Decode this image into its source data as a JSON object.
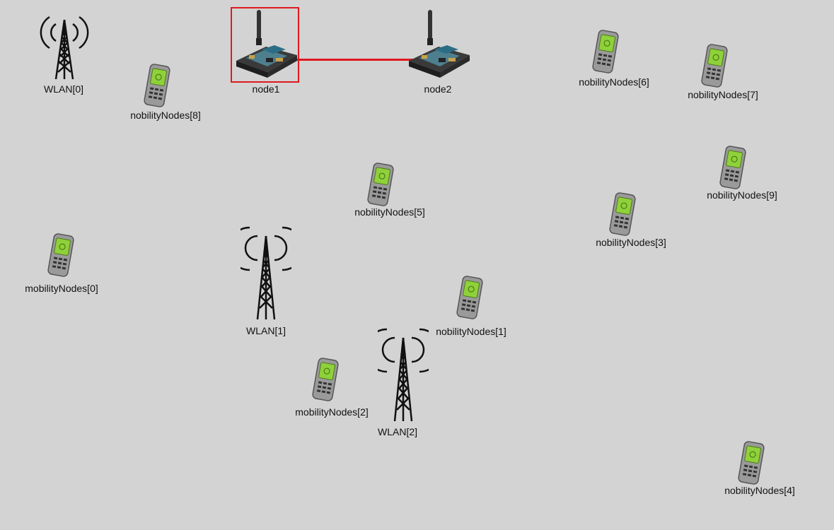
{
  "colors": {
    "background": "#d3d3d3",
    "selection": "#e0191f",
    "link": "#e0191f",
    "screen": "#8fd13a"
  },
  "towers": [
    {
      "id": "wlan0",
      "label": "WLAN[0]",
      "icon": "radio-tower-icon"
    },
    {
      "id": "wlan1",
      "label": "WLAN[1]",
      "icon": "radio-tower-icon"
    },
    {
      "id": "wlan2",
      "label": "WLAN[2]",
      "icon": "radio-tower-icon"
    }
  ],
  "boards": [
    {
      "id": "node1",
      "label": "node1",
      "icon": "wireless-board-icon",
      "selected": true
    },
    {
      "id": "node2",
      "label": "node2",
      "icon": "wireless-board-icon",
      "selected": false
    }
  ],
  "phones": [
    {
      "id": "n8",
      "label": "nobilityNodes[8]",
      "icon": "mobile-phone-icon"
    },
    {
      "id": "n6",
      "label": "nobilityNodes[6]",
      "icon": "mobile-phone-icon"
    },
    {
      "id": "n7",
      "label": "nobilityNodes[7]",
      "icon": "mobile-phone-icon"
    },
    {
      "id": "n5",
      "label": "nobilityNodes[5]",
      "icon": "mobile-phone-icon"
    },
    {
      "id": "n9",
      "label": "nobilityNodes[9]",
      "icon": "mobile-phone-icon"
    },
    {
      "id": "n3",
      "label": "nobilityNodes[3]",
      "icon": "mobile-phone-icon"
    },
    {
      "id": "m0",
      "label": "mobilityNodes[0]",
      "icon": "mobile-phone-icon"
    },
    {
      "id": "n1",
      "label": "nobilityNodes[1]",
      "icon": "mobile-phone-icon"
    },
    {
      "id": "m2",
      "label": "mobilityNodes[2]",
      "icon": "mobile-phone-icon"
    },
    {
      "id": "n4",
      "label": "nobilityNodes[4]",
      "icon": "mobile-phone-icon"
    }
  ],
  "links": [
    {
      "from": "node1",
      "to": "node2"
    }
  ]
}
